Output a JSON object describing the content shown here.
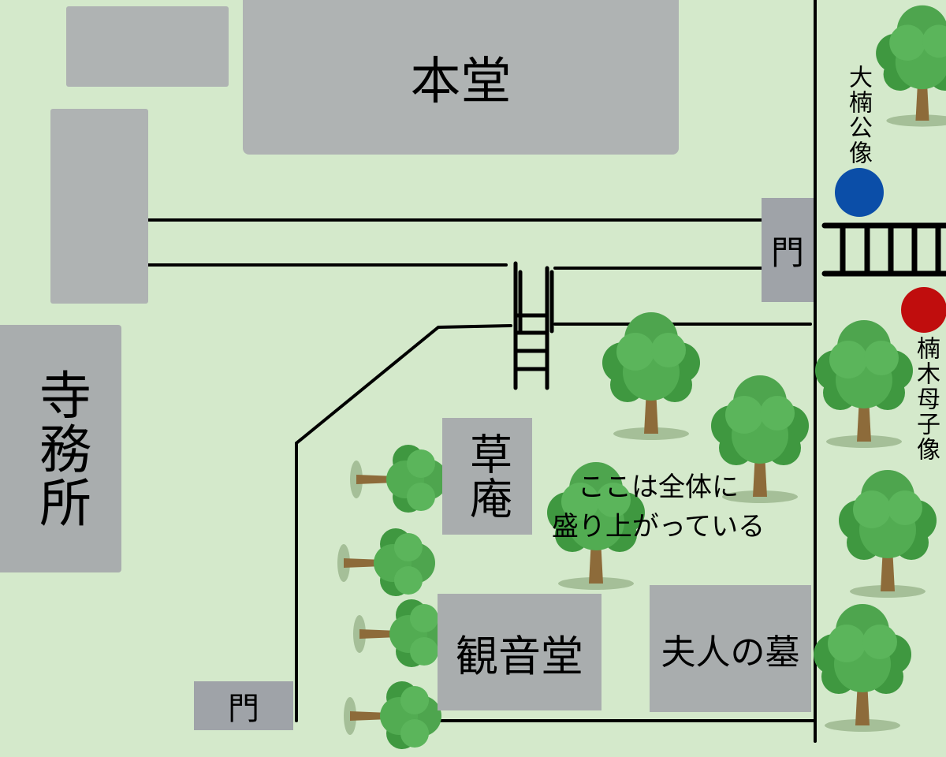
{
  "buildings": {
    "hondo": "本堂",
    "jimusho": "寺務所",
    "soan": "草庵",
    "kannondo": "観音堂",
    "fujin_no_haka": "夫人の墓"
  },
  "gates": {
    "east_gate": "門",
    "south_gate": "門"
  },
  "statues": {
    "okusu_statue": {
      "label": "大楠公像",
      "color": "#0b4ea8"
    },
    "kusunoki_boshi_statue": {
      "label": "楠木母子像",
      "color": "#c00d0d"
    }
  },
  "note": {
    "line1": "ここは全体に",
    "line2": "盛り上がっている"
  },
  "colors": {
    "ground": "#d4e9cb",
    "building": "#a9adae",
    "gate": "#9fa3a8",
    "foliage": "#4ea54e",
    "trunk": "#8d6b3a",
    "path": "#000000"
  },
  "icons": [
    "tree-icon",
    "ladder-bridge-icon",
    "statue-marker-icon"
  ]
}
